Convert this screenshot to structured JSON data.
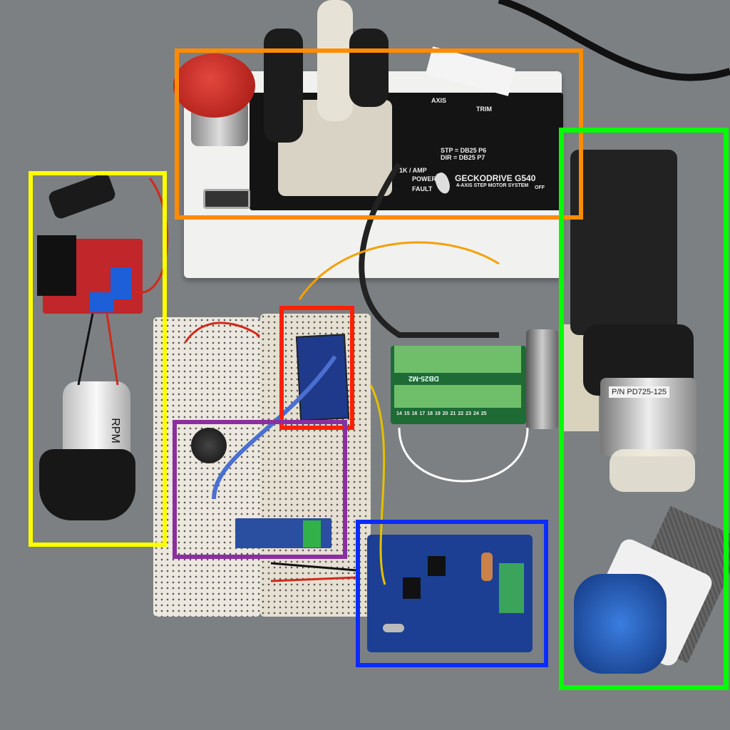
{
  "geckodrive": {
    "brand": "GECKODRIVE G540",
    "subtitle": "4-AXIS STEP MOTOR SYSTEM",
    "power_label": "POWER",
    "fault_label": "FAULT",
    "amp_label": "1K / AMP",
    "axis_label": "AXIS",
    "trim_label": "TRIM",
    "stp_label": "STP = DB25 P6",
    "dir_label": "DIR = DB25 P7",
    "switch_label": "OFF"
  },
  "terminal_board": {
    "name": "DB25-M2",
    "pins": [
      "14",
      "15",
      "16",
      "17",
      "18",
      "19",
      "20",
      "21",
      "22",
      "23",
      "24",
      "25"
    ]
  },
  "stepper_pump": {
    "part_number": "P/N PD725-125"
  },
  "dc_pump": {
    "label": "RPM"
  },
  "colors": {
    "orange_box": "#ff8c00",
    "yellow_box": "#ffff00",
    "green_box": "#00ff00",
    "red_box": "#ff2000",
    "purple_box": "#8b2fa0",
    "blue_box": "#0a2cff"
  }
}
